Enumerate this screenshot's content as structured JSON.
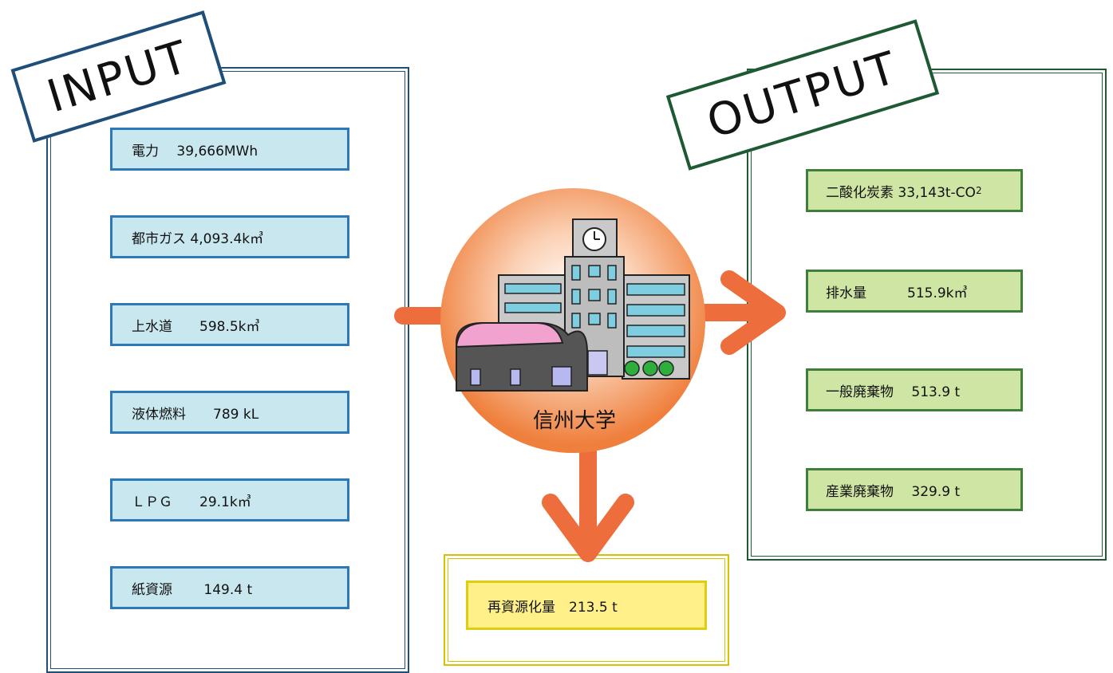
{
  "input": {
    "tag": "INPUT",
    "items": [
      {
        "label": "電力　 39,666MWh"
      },
      {
        "label": "都市ガス 4,093.4k㎥"
      },
      {
        "label": "上水道　　598.5k㎥"
      },
      {
        "label": "液体燃料　　789 kL"
      },
      {
        "label": "ＬＰＧ　　29.1k㎥"
      },
      {
        "label": "紙資源　　 149.4 t"
      }
    ]
  },
  "output": {
    "tag": "OUTPUT",
    "co2_prefix": "二酸化炭素 33,143t-CO",
    "co2_subscript": "2",
    "items": [
      {
        "label": "排水量　　　515.9k㎥"
      },
      {
        "label": "一般廃棄物　 513.9 t"
      },
      {
        "label": "産業廃棄物　 329.9 t"
      }
    ]
  },
  "center": {
    "label": "信州大学"
  },
  "recycle": {
    "label": "再資源化量　213.5 t"
  },
  "colors": {
    "input_border": "#1f4e79",
    "output_border": "#1d5a33",
    "recycle_border": "#d6c200",
    "arrow": "#ee6d3c",
    "circle": "#f08a4b"
  }
}
